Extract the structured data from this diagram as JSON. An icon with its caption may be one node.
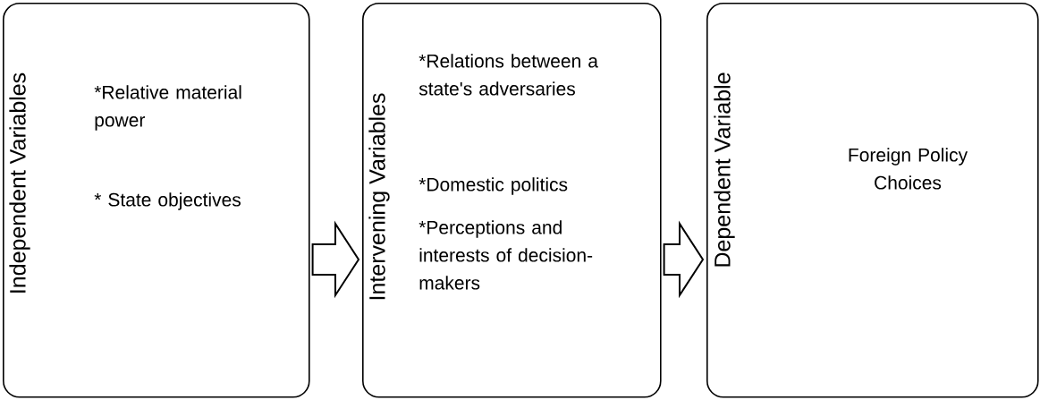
{
  "diagram": {
    "nodes": [
      {
        "text": [
          "Independent Variables",
          "*Relative material power",
          "* State objectives"
        ]
      },
      {
        "text": [
          "Intervening Variables",
          "*Relations between a state's adversaries",
          "*Domestic politics",
          "*Perceptions and interests of decision-makers"
        ]
      },
      {
        "text": [
          "Dependent Variable",
          "Foreign Policy Choices"
        ]
      }
    ],
    "edges": [
      {
        "from": 0,
        "to": 1,
        "arrow": "to"
      },
      {
        "from": 1,
        "to": 2,
        "arrow": "to"
      }
    ]
  }
}
